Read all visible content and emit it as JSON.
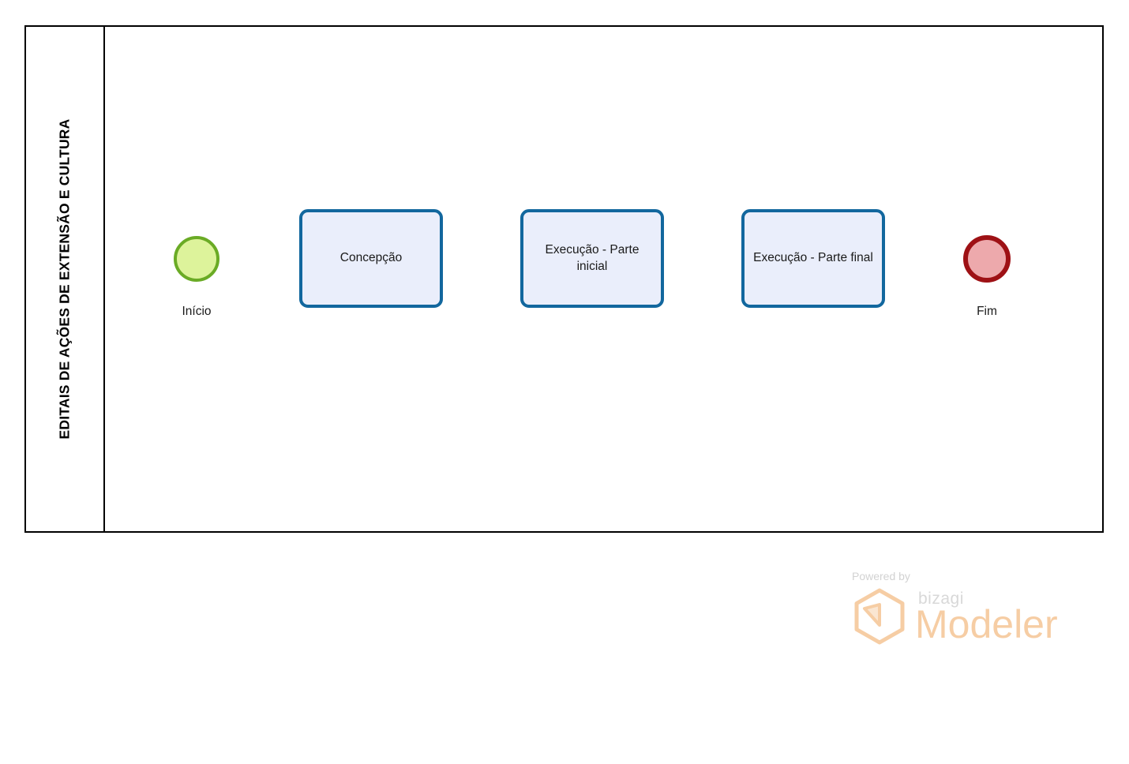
{
  "diagram": {
    "type": "bpmn-process",
    "pool": {
      "name": "EDITAIS DE AÇÕES DE EXTENSÃO E CULTURA",
      "border_color": "#000000",
      "background": "#ffffff"
    },
    "events": [
      {
        "id": "start-event",
        "kind": "start",
        "label": "Início",
        "fill": "#ddf39b",
        "stroke": "#6aab25"
      },
      {
        "id": "end-event",
        "kind": "end",
        "label": "Fim",
        "fill": "#eda9ac",
        "stroke": "#9e1115"
      }
    ],
    "tasks": [
      {
        "id": "task-concepcao",
        "label": "Concepção",
        "fill": "#eaeefb",
        "stroke": "#12679e"
      },
      {
        "id": "task-exec-inicial",
        "label": "Execução - Parte inicial",
        "fill": "#eaeefb",
        "stroke": "#12679e"
      },
      {
        "id": "task-exec-final",
        "label": "Execução - Parte final",
        "fill": "#eaeefb",
        "stroke": "#12679e"
      }
    ],
    "sequence_flows": [
      {
        "from": "start-event",
        "to": "task-concepcao"
      },
      {
        "from": "task-concepcao",
        "to": "task-exec-inicial"
      },
      {
        "from": "task-exec-inicial",
        "to": "task-exec-final"
      },
      {
        "from": "task-exec-final",
        "to": "end-event"
      }
    ],
    "flow_color": "#000000"
  },
  "branding": {
    "powered_by": "Powered by",
    "wordmark": "bizagi",
    "product": "Modeler",
    "logo_icon": "hexagon-cube-icon",
    "accent_color": "#f6cda4",
    "muted_color": "#d8d8d8"
  }
}
